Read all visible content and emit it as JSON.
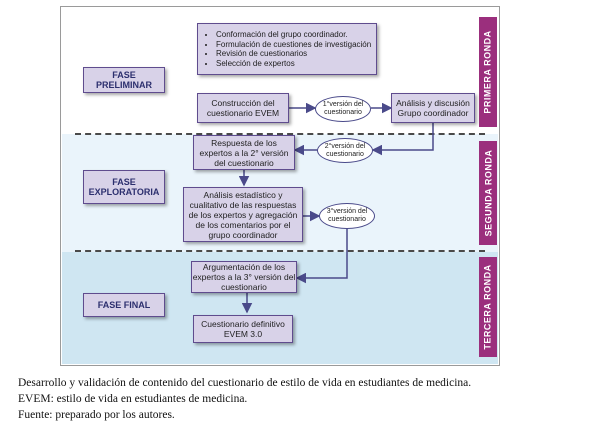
{
  "phases": {
    "preliminar": "FASE PRELIMINAR",
    "exploratoria": "FASE EXPLORATORIA",
    "final": "FASE  FINAL"
  },
  "rounds": {
    "primera": "PRIMERA  RONDA",
    "segunda": "SEGUNDA  RONDA",
    "tercera": "TERCERA RONDA"
  },
  "boxes": {
    "prelim_list": [
      "Conformación del grupo coordinador.",
      "Formulación de cuestiones de investigación",
      "Revisión de cuestionarios",
      "Selección de expertos"
    ],
    "construccion": "Construcción del cuestionario EVEM",
    "analisis_discusion": "Análisis y discusión Grupo coordinador",
    "respuesta": "Respuesta de los expertos a la 2° versión del cuestionario",
    "analisis_estadistico": "Análisis estadístico y cualitativo de las respuestas de los expertos y agregación de los comentarios por el grupo coordinador",
    "argumentacion": "Argumentación de los expertos a la 3° versión del cuestionario",
    "definitivo": "Cuestionario definitivo EVEM 3.0"
  },
  "versions": {
    "v1": "1°versión del cuestionario",
    "v2": "2°versión del cuestionario",
    "v3": "3°versión del cuestionario"
  },
  "caption": {
    "line1": "Desarrollo y validación de contenido del cuestionario de estilo de vida en estudiantes de medicina.",
    "line2": "EVEM: estilo de vida en estudiantes de medicina.",
    "line3": "Fuente: preparado por los autores."
  },
  "colors": {
    "box_fill": "#d8d2e8",
    "box_border": "#5f4c8e",
    "round_label": "#9b2f7d",
    "band_primera": "#ffffff",
    "band_segunda": "#eaf4fb",
    "band_tercera": "#cfe6f2",
    "arrow": "#4a4a8a"
  }
}
